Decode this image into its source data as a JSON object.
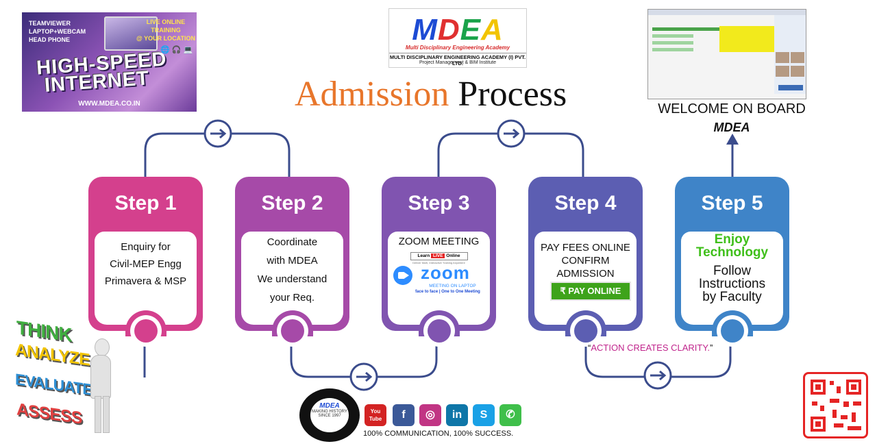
{
  "title": {
    "part1": "Admission",
    "part2": "Process"
  },
  "logo": {
    "letters": [
      "M",
      "D",
      "E",
      "A"
    ],
    "letter_colors": [
      "#1d4bd4",
      "#e03030",
      "#1aa34a",
      "#f2c400"
    ],
    "tagline": "Multi Disciplinary Engineering Academy",
    "full_name": "MULTI DISCIPLINARY ENGINEERING ACADEMY (I) PVT. LTD.",
    "subtitle": "Project Management & BIM Institute"
  },
  "promo": {
    "lines_left": [
      "TEAMVIEWER",
      "LAPTOP+WEBCAM",
      "HEAD PHONE"
    ],
    "lines_right": [
      "LIVE ONLINE TRAINING",
      "@ YOUR LOCATION"
    ],
    "headline_1": "HIGH-SPEED",
    "headline_2": "INTERNET",
    "website": "WWW.MDEA.CO.IN",
    "icons": [
      "globe-icon",
      "headphone-icon",
      "laptop-icon"
    ]
  },
  "welcome": {
    "line1": "WELCOME ON BOARD",
    "line2": "MDEA"
  },
  "steps": [
    {
      "label": "Step 1",
      "color": "#d4408d",
      "lines": [
        "Enquiry for",
        "Civil-MEP Engg",
        "Primavera & MSP"
      ]
    },
    {
      "label": "Step 2",
      "color": "#a64aa8",
      "lines": [
        "Coordinate",
        "with MDEA",
        "We understand",
        "your Req."
      ]
    },
    {
      "label": "Step 3",
      "color": "#8054b0",
      "heading": "ZOOM MEETING",
      "badge_learn": "Learn",
      "badge_live": "LIVE",
      "badge_online": "Online",
      "badge_sub": "Deliver Multi, Interactive Training Anywhere",
      "zoom_word": "zoom",
      "zoom_sub": "MEETING ON LAPTOP",
      "zoom_sub2": "face to face | One to One Meeting"
    },
    {
      "label": "Step 4",
      "color": "#5c5eb2",
      "lines": [
        "PAY FEES ONLINE",
        "CONFIRM",
        "ADMISSION"
      ],
      "pay_label": "₹  PAY ONLINE"
    },
    {
      "label": "Step 5",
      "color": "#3f84c8",
      "green_lines": [
        "Enjoy",
        "Technology"
      ],
      "lines": [
        "Follow",
        "Instructions",
        "by Faculty"
      ]
    }
  ],
  "think_words": [
    "THINK",
    "ANALYZE",
    "EVALUATE",
    "ASSESS"
  ],
  "think_colors": [
    "#3fae3f",
    "#f2c400",
    "#2e8fd4",
    "#e04040"
  ],
  "quote": {
    "open": "“",
    "text": "ACTION CREATES CLARITY.",
    "close": "”"
  },
  "seal": {
    "brand": "MDEA",
    "lines": [
      "MAKING HISTORY",
      "SINCE 1997"
    ]
  },
  "social": [
    {
      "name": "youtube-icon",
      "glyph": "You Tube",
      "color": "#d32323"
    },
    {
      "name": "facebook-icon",
      "glyph": "f",
      "color": "#3b5998"
    },
    {
      "name": "instagram-icon",
      "glyph": "◎",
      "color": "#c13584"
    },
    {
      "name": "linkedin-icon",
      "glyph": "in",
      "color": "#0e76a8"
    },
    {
      "name": "skype-icon",
      "glyph": "S",
      "color": "#1aa1e6"
    },
    {
      "name": "whatsapp-icon",
      "glyph": "✆",
      "color": "#3fbf4a"
    }
  ],
  "tagline": "100% COMMUNICATION, 100% SUCCESS."
}
